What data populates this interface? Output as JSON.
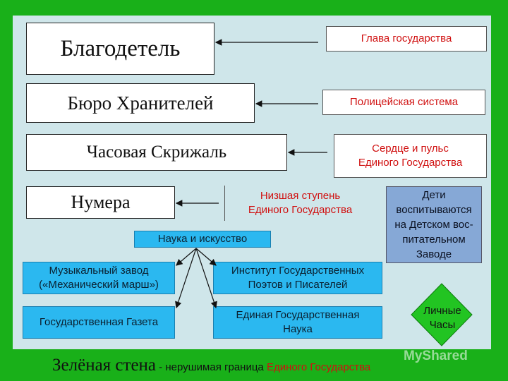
{
  "hierarchy": {
    "level1": {
      "label": "Благодетель",
      "note": "Глава государства"
    },
    "level2": {
      "label": "Бюро Хранителей",
      "note": "Полицейская система"
    },
    "level3": {
      "label": "Часовая Скрижаль",
      "note_line1": "Сердце и пульс",
      "note_line2": "Единого Государства"
    },
    "level4": {
      "label": "Нумера",
      "note_line1": "Низшая ступень",
      "note_line2": "Единого Государства"
    }
  },
  "children": {
    "line1": "Дети",
    "line2": "воспитываются",
    "line3": "на Детском вос-",
    "line4": "питательном",
    "line5": "Заводе"
  },
  "science": {
    "root": "Наука и искусство",
    "music_line1": "Музыкальный завод",
    "music_line2": "(«Механический марш»)",
    "institute_line1": "Институт Государственных",
    "institute_line2": "Поэтов и Писателей",
    "gazette": "Государственная Газета",
    "science_line1": "Единая Государственная",
    "science_line2": "Наука"
  },
  "watches": {
    "line1": "Личные",
    "line2": "Часы"
  },
  "footer": {
    "title": "Зелёная стена",
    "rest": " - нерушимая граница ",
    "red": "Единого Государства"
  },
  "watermark": "MyShared",
  "colors": {
    "frame": "#19b019",
    "panel": "#cfe6ea",
    "accent_red": "#d01010",
    "blue_box": "#2bb8f0",
    "diamond": "#22c422"
  }
}
